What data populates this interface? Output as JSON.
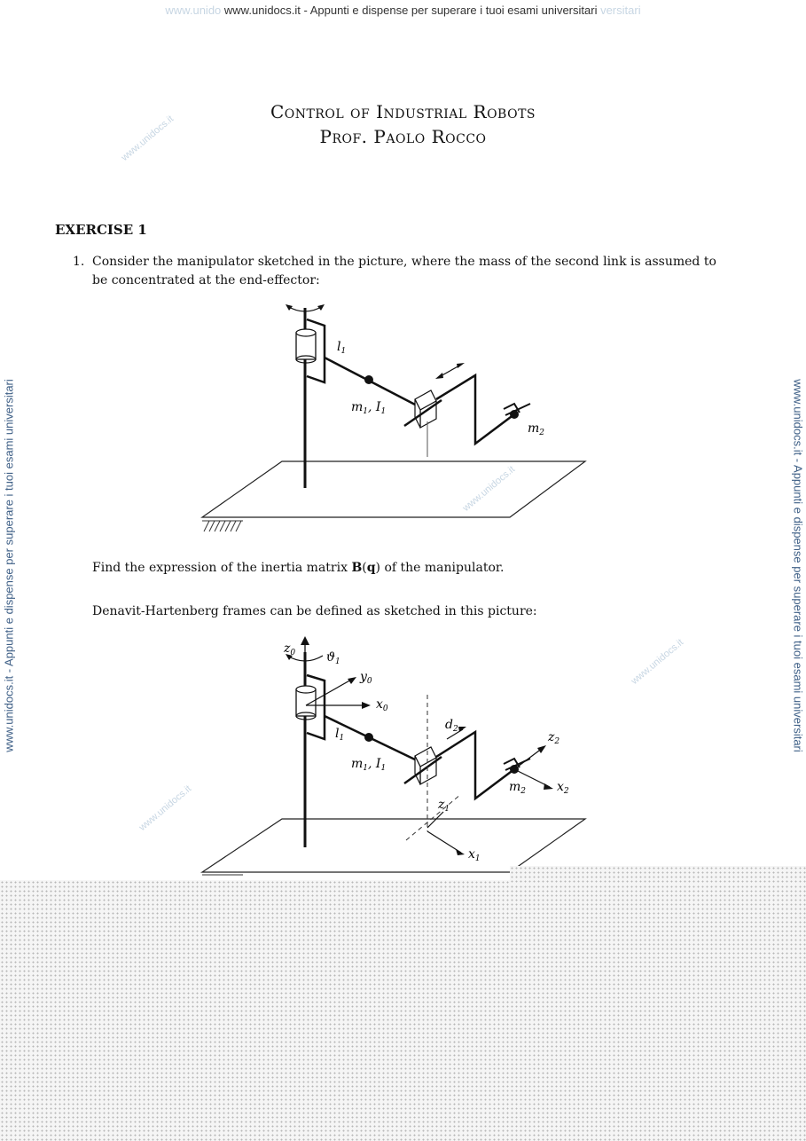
{
  "watermark": {
    "top_text": "www.unidocs.it - Appunti e dispense per superare i tuoi esami universitari",
    "ghost_left": "www.unido",
    "ghost_right": "versitari",
    "side_text": "www.unidocs.it - Appunti e dispense per superare i tuoi esami universitari",
    "faint": "www.unidocs.it"
  },
  "header": {
    "title": "Control of Industrial Robots",
    "author": "Prof. Paolo Rocco"
  },
  "exercise": {
    "heading": "EXERCISE 1",
    "item_number": "1.",
    "item_text": "Consider the manipulator sketched in the picture, where the mass of the second link is assumed to be concentrated at the end-effector:",
    "find_text_before": "Find the expression of the inertia matrix ",
    "find_bold": "B",
    "find_mid": "(",
    "find_bold2": "q",
    "find_text_after": ") of the manipulator.",
    "dh_text": "Denavit-Hartenberg frames can be defined as sketched in this picture:"
  },
  "figure1": {
    "labels": {
      "l1": "l",
      "l1_sub": "1",
      "m1": "m",
      "m1_sub": "1",
      "I1": "I",
      "I1_sub": "1",
      "m2": "m",
      "m2_sub": "2"
    }
  },
  "figure2": {
    "labels": {
      "z0": "z",
      "z0_sub": "0",
      "theta1": "ϑ",
      "theta1_sub": "1",
      "y0": "y",
      "y0_sub": "0",
      "x0": "x",
      "x0_sub": "0",
      "l1": "l",
      "l1_sub": "1",
      "d2": "d",
      "d2_sub": "2",
      "z2": "z",
      "z2_sub": "2",
      "m1": "m",
      "m1_sub": "1",
      "I1": "I",
      "I1_sub": "1",
      "m2": "m",
      "m2_sub": "2",
      "x2": "x",
      "x2_sub": "2",
      "z1": "z",
      "z1_sub": "1",
      "x1": "x",
      "x1_sub": "1"
    }
  }
}
